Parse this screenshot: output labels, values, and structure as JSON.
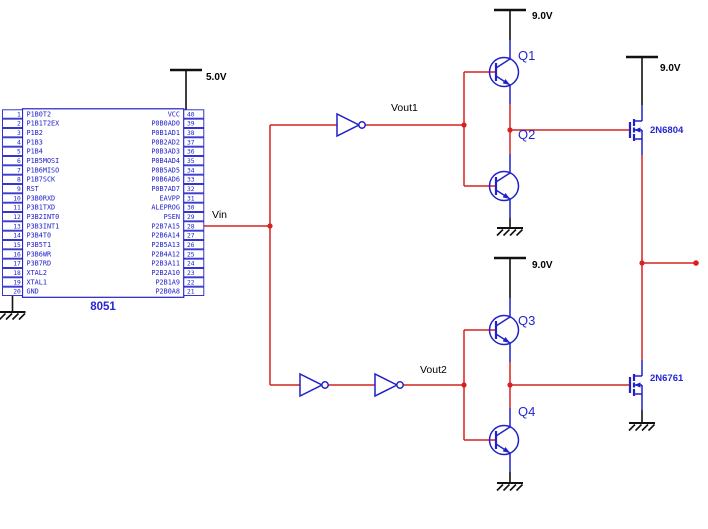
{
  "colors": {
    "background": "#ffffff",
    "wire": "#d62222",
    "component": "#2121c8",
    "power_ground": "#111111",
    "label_text": "#000000"
  },
  "chip": {
    "label": "8051",
    "left_pins": [
      {
        "num": "1",
        "name": "P1B0T2"
      },
      {
        "num": "2",
        "name": "P1B1T2EX"
      },
      {
        "num": "3",
        "name": "P1B2"
      },
      {
        "num": "4",
        "name": "P1B3"
      },
      {
        "num": "5",
        "name": "P1B4"
      },
      {
        "num": "6",
        "name": "P1B5MOSI"
      },
      {
        "num": "7",
        "name": "P1B6MISO"
      },
      {
        "num": "8",
        "name": "P1B7SCK"
      },
      {
        "num": "9",
        "name": "RST"
      },
      {
        "num": "10",
        "name": "P3B0RXD"
      },
      {
        "num": "11",
        "name": "P3B1TXD"
      },
      {
        "num": "12",
        "name": "P3B2INT0"
      },
      {
        "num": "13",
        "name": "P3B3INT1"
      },
      {
        "num": "14",
        "name": "P3B4T0"
      },
      {
        "num": "15",
        "name": "P3B5T1"
      },
      {
        "num": "16",
        "name": "P3B6WR"
      },
      {
        "num": "17",
        "name": "P3B7RD"
      },
      {
        "num": "18",
        "name": "XTAL2"
      },
      {
        "num": "19",
        "name": "XTAL1"
      },
      {
        "num": "20",
        "name": "GND"
      }
    ],
    "right_pins": [
      {
        "num": "40",
        "name": "VCC"
      },
      {
        "num": "39",
        "name": "P0B0AD0"
      },
      {
        "num": "38",
        "name": "P0B1AD1"
      },
      {
        "num": "37",
        "name": "P0B2AD2"
      },
      {
        "num": "36",
        "name": "P0B3AD3"
      },
      {
        "num": "35",
        "name": "P0B4AD4"
      },
      {
        "num": "34",
        "name": "P0B5AD5"
      },
      {
        "num": "33",
        "name": "P0B6AD6"
      },
      {
        "num": "32",
        "name": "P0B7AD7"
      },
      {
        "num": "31",
        "name": "EAVPP"
      },
      {
        "num": "30",
        "name": "ALEPROG"
      },
      {
        "num": "29",
        "name": "PSEN"
      },
      {
        "num": "28",
        "name": "P2B7A15"
      },
      {
        "num": "27",
        "name": "P2B6A14"
      },
      {
        "num": "26",
        "name": "P2B5A13"
      },
      {
        "num": "25",
        "name": "P2B4A12"
      },
      {
        "num": "24",
        "name": "P2B3A11"
      },
      {
        "num": "23",
        "name": "P2B2A10"
      },
      {
        "num": "22",
        "name": "P2B1A9"
      },
      {
        "num": "21",
        "name": "P2B0A8"
      }
    ]
  },
  "supplies": {
    "chip": "5.0V",
    "q1_rail": "9.0V",
    "fet_rail": "9.0V",
    "q3_rail": "9.0V"
  },
  "nets": {
    "vin": "Vin",
    "vout1": "Vout1",
    "vout2": "Vout2"
  },
  "components": {
    "q1": "Q1",
    "q2": "Q2",
    "q3": "Q3",
    "q4": "Q4",
    "fet_top": "2N6804",
    "fet_bottom": "2N6761"
  }
}
